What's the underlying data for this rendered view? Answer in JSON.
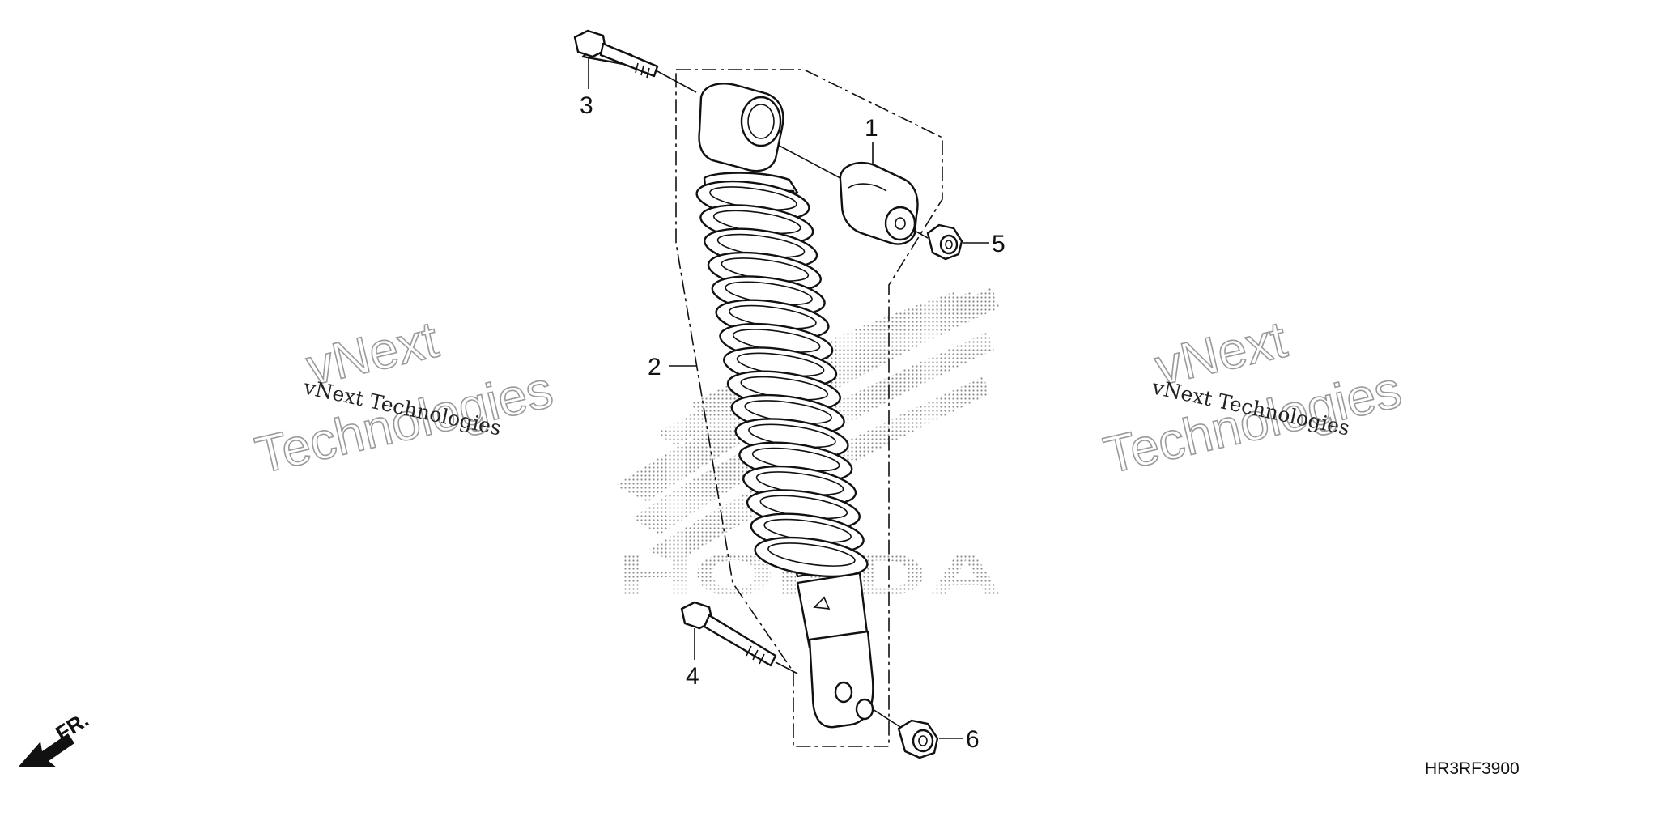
{
  "diagram": {
    "callouts": [
      {
        "id": "1",
        "label": "1"
      },
      {
        "id": "2",
        "label": "2"
      },
      {
        "id": "3",
        "label": "3"
      },
      {
        "id": "4",
        "label": "4"
      },
      {
        "id": "5",
        "label": "5"
      },
      {
        "id": "6",
        "label": "6"
      }
    ],
    "diagram_code": "HR3RF3900",
    "front_arrow_label": "FR.",
    "watermarks": [
      {
        "small": "vNext Technologies",
        "big_top": "vNext",
        "big_bottom": "Technologies"
      },
      {
        "small": "vNext Technologies",
        "big_top": "vNext",
        "big_bottom": "Technologies"
      }
    ],
    "background_logo": "HONDA",
    "colors": {
      "line": "#111111",
      "watermark_outline": "#9a9a9a",
      "background": "#ffffff",
      "logo_dots": "#8c8c8c"
    }
  }
}
